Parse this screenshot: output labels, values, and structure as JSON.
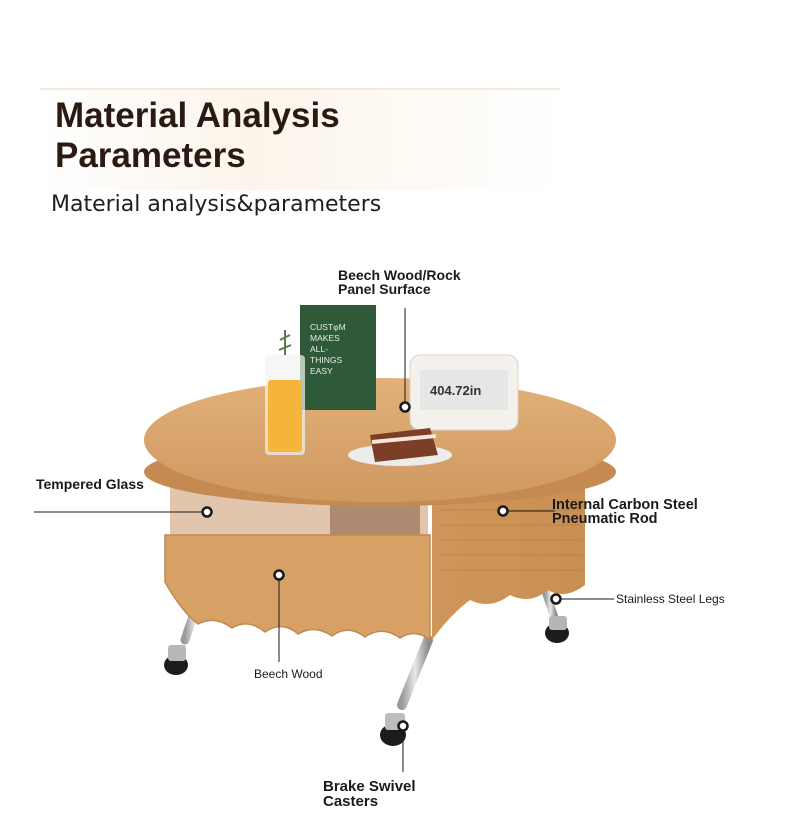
{
  "header": {
    "title": "Material Analysis\nParameters",
    "subtitle": "Material analysis&parameters"
  },
  "callouts": {
    "top_surface": "Beech Wood/Rock\nPanel Surface",
    "glass": "Tempered Glass",
    "rod": "Internal Carbon Steel\nPneumatic Rod",
    "legs": "Stainless Steel Legs",
    "body_wood": "Beech Wood",
    "casters": "Brake Swivel\nCasters"
  },
  "props": {
    "book_text": "CUSTφM\nMAKES\nALL-\nTHINGS\nEASY",
    "clock_text": "404.72in"
  },
  "colors": {
    "wood": "#d9a46c",
    "wood_dark": "#c48a4f",
    "text": "#1a1a1a",
    "title": "#2a1a12",
    "book": "#2f5a3a"
  }
}
